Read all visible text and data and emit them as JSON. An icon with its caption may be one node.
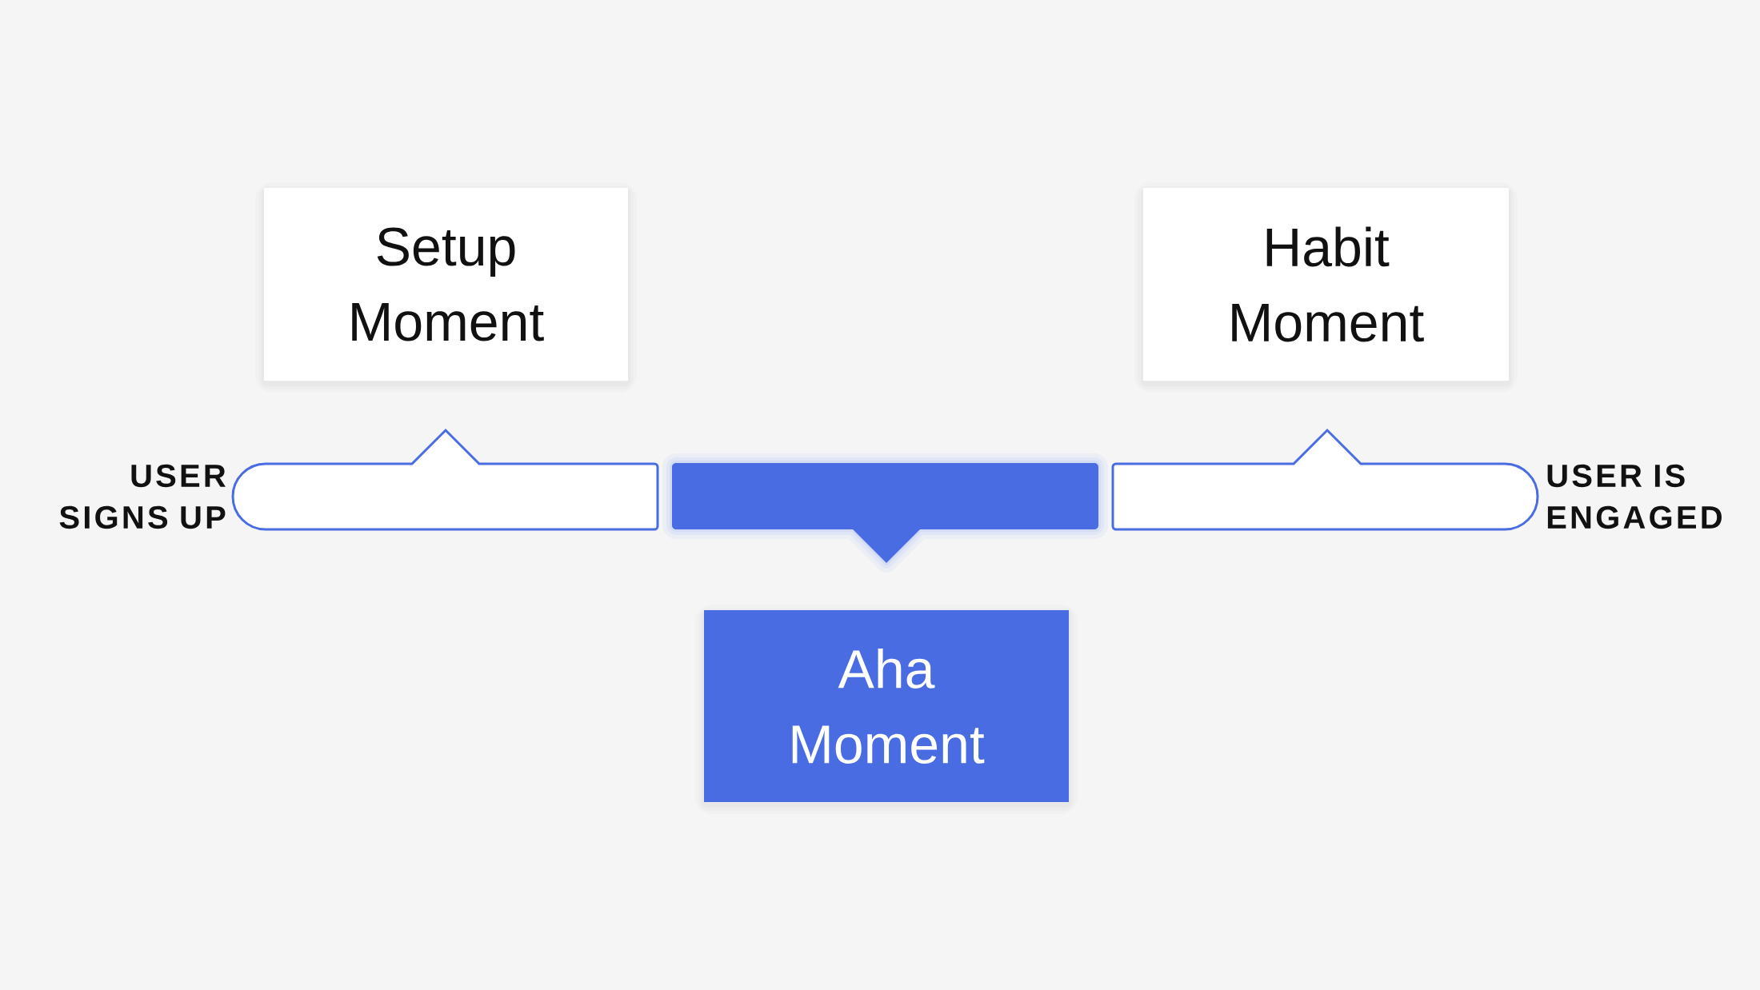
{
  "diagram": {
    "nodes": [
      {
        "text": [
          "Setup Moment"
        ]
      },
      {
        "text": [
          "Habit Moment"
        ]
      },
      {
        "text": [],
        "shape": "bar"
      },
      {
        "text": [],
        "shape": "bar"
      },
      {
        "text": [],
        "shape": "bar"
      },
      {
        "text": [
          "Aha Moment"
        ]
      }
    ],
    "labels": [
      "USER SIGNS UP",
      "USER IS ENGAGED"
    ]
  }
}
